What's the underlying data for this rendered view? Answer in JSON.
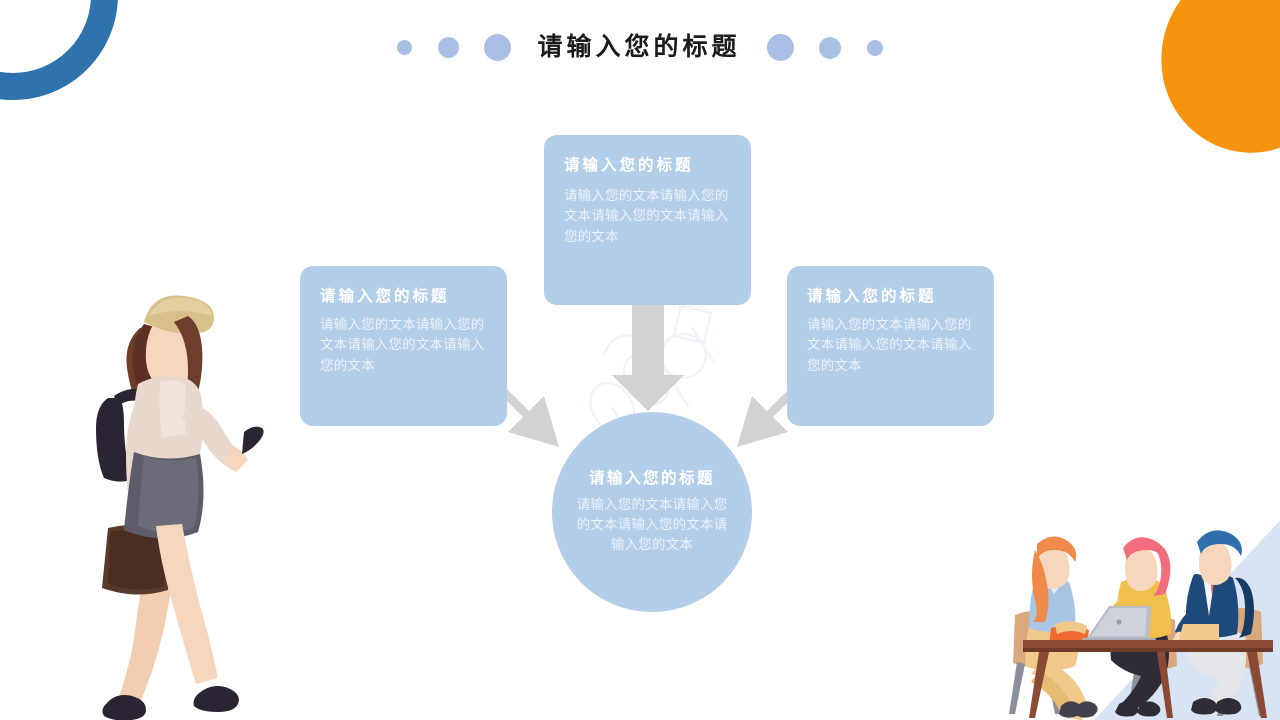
{
  "slide": {
    "title": "请输入您的标题",
    "background_color": "#ffffff"
  },
  "header": {
    "title": "请输入您的标题",
    "dot_color": "#aabfe4",
    "dots_left": [
      "header-dot-1",
      "header-dot-2",
      "header-dot-3"
    ],
    "dots_right": [
      "header-dot-4",
      "header-dot-5",
      "header-dot-6"
    ]
  },
  "theme": {
    "card_fill": "#b3cee9",
    "card_title_color": "#ffffff",
    "card_body_color": "#eaf2fb",
    "arrow_color": "#d2d2d2",
    "accent_blue": "#2e72ae",
    "accent_orange": "#f7930c",
    "wedge_blue": "#d8e3f3"
  },
  "cards": {
    "top": {
      "title": "请输入您的标题",
      "body": "请输入您的文本请输入您的文本请输入您的文本请输入您的文本"
    },
    "left": {
      "title": "请输入您的标题",
      "body": "请输入您的文本请输入您的文本请输入您的文本请输入您的文本"
    },
    "right": {
      "title": "请输入您的标题",
      "body": "请输入您的文本请输入您的文本请输入您的文本请输入您的文本"
    },
    "center": {
      "title": "请输入您的标题",
      "body": "请输入您的文本请输入您的文本请输入您的文本请输入您的文本"
    }
  },
  "decorations": {
    "ring": "blue-ring-arc",
    "blob": "orange-blob",
    "wedge": "blue-wedge"
  },
  "illustrations": {
    "woman": "walking-businesswoman-illustration",
    "group": "team-meeting-illustration"
  },
  "arrows": {
    "top_to_center": "arrow-down",
    "left_to_center": "arrow-down-right",
    "right_to_center": "arrow-down-left"
  }
}
